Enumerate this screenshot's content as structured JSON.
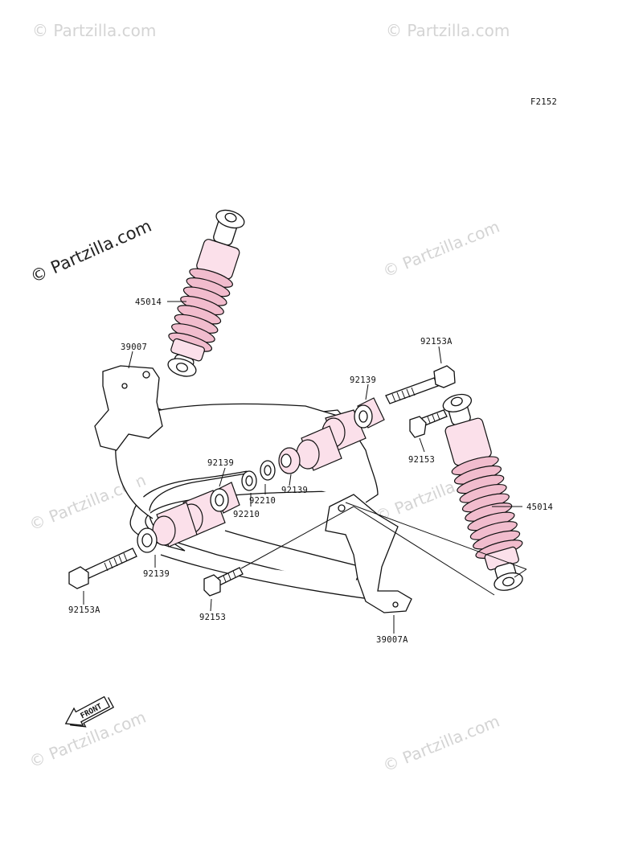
{
  "figure_code": "F2152",
  "watermark_text": "© Partzilla.com",
  "front_label": "FRONT",
  "colors": {
    "part_fill": "#fbe0ea",
    "part_shade": "#f1bccd",
    "watermark": "#d4d4d4",
    "line": "#111111"
  },
  "callouts": {
    "shock_left": "45014",
    "shock_right": "45014",
    "bracket_left": "39007",
    "bracket_right": "39007A",
    "bolt_top_right": "92153A",
    "bolt_bottom_left": "92153A",
    "bolt_right": "92153",
    "bolt_bottom_mid": "92153",
    "bushing_top": "92139",
    "bushing_mid_left": "92139",
    "bushing_mid_right": "92139",
    "bushing_bottom": "92139",
    "washer_a": "92210",
    "washer_b": "92210"
  }
}
